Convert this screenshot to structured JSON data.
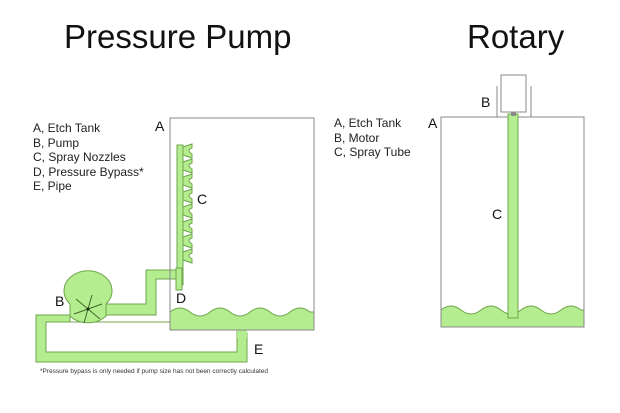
{
  "titles": {
    "left": "Pressure Pump",
    "right": "Rotary"
  },
  "pressure_pump": {
    "legend": [
      "A, Etch Tank",
      "B, Pump",
      "C, Spray Nozzles",
      "D, Pressure Bypass*",
      "E, Pipe"
    ],
    "labels": {
      "a": "A",
      "b": "B",
      "c": "C",
      "d": "D",
      "e": "E"
    },
    "footnote": "*Pressure bypass is only needed if pump size has not been correctly calculated",
    "nozzle_count": 8
  },
  "rotary": {
    "legend": [
      "A, Etch Tank",
      "B, Motor",
      "C, Spray Tube"
    ],
    "labels": {
      "a": "A",
      "b": "B",
      "c": "C"
    }
  },
  "colors": {
    "liquid": "#b4ec90",
    "liquid_stroke": "#6fa64a",
    "tank_stroke": "#8a8a8a",
    "text": "#111111"
  }
}
